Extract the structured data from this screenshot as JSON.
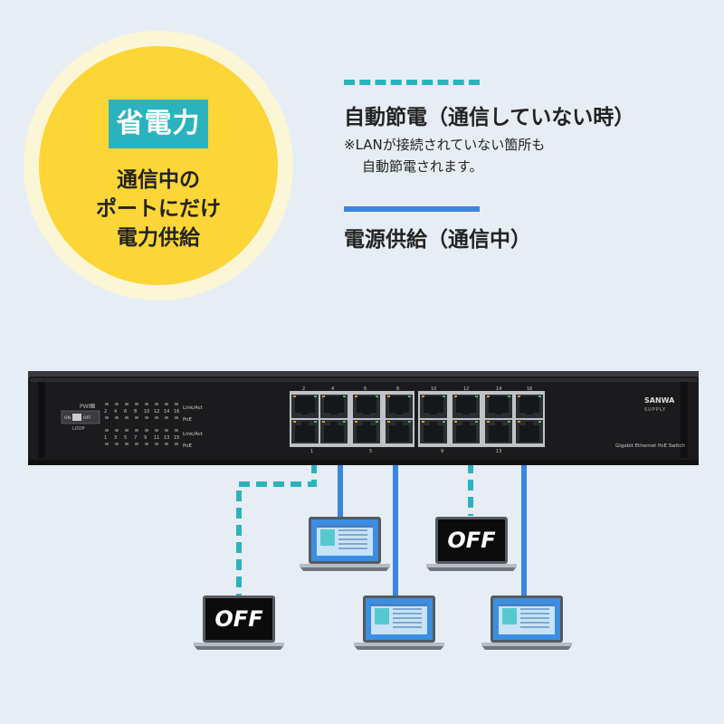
{
  "badge": {
    "title": "省電力"
  },
  "circle": {
    "lines": [
      "通信中の",
      "ポートにだけ",
      "電力供給"
    ]
  },
  "legend": {
    "standby_heading": "自動節電（通信していない時）",
    "standby_note_1": "※LANが接続されていない箇所も",
    "standby_note_2": "自動節電されます。",
    "active_heading": "電源供給（通信中）"
  },
  "switch": {
    "brand_1": "SANWA",
    "brand_2": "SUPPLY",
    "model": "Gigabit Ethernet PoE Switch",
    "pwr_label": "PWR",
    "loop_label": "LOOP",
    "on_label": "ON",
    "off_label": "OFF",
    "link_act_label": "Link/Act",
    "poe_label": "PoE",
    "led_top_numbers": [
      "2",
      "4",
      "6",
      "8",
      "10",
      "12",
      "14",
      "16"
    ],
    "led_bottom_numbers": [
      "1",
      "3",
      "5",
      "7",
      "9",
      "11",
      "13",
      "15"
    ],
    "port_top_numbers": [
      "2",
      "4",
      "6",
      "8",
      "10",
      "12",
      "14",
      "16"
    ],
    "port_bottom_numbers": [
      "1",
      "5",
      "9",
      "13"
    ]
  },
  "laptops": {
    "off_label": "OFF"
  },
  "colors": {
    "standby": "#2ab3bf",
    "active": "#3a86e0",
    "badge": "#fcd537"
  }
}
